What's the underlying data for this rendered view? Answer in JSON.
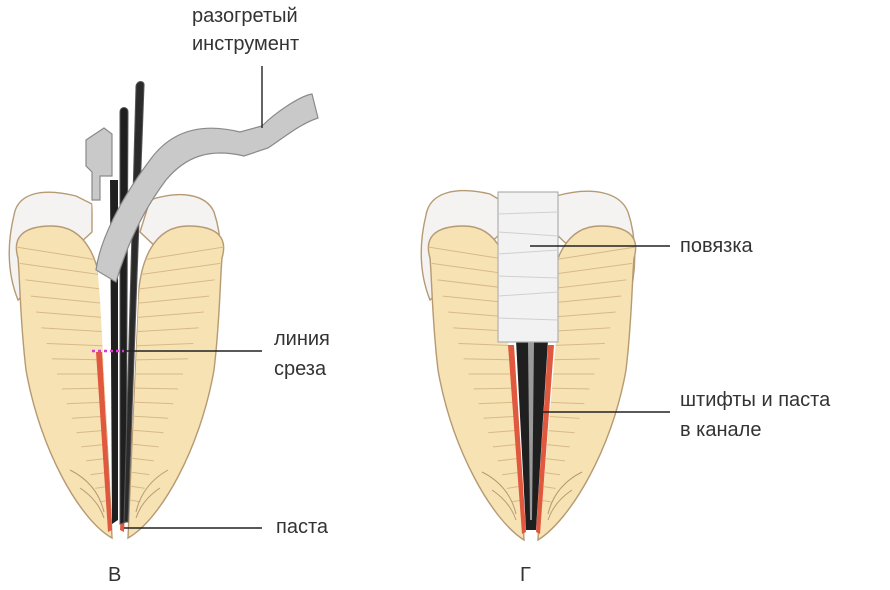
{
  "labels": {
    "heated_instrument": [
      "разогретый",
      "инструмент"
    ],
    "cut_line": [
      "линия",
      "среза"
    ],
    "paste": "паста",
    "dressing": "повязка",
    "posts_and_paste": [
      "штифты и паста",
      "в канале"
    ]
  },
  "panels": {
    "left": "В",
    "right": "Г"
  },
  "colors": {
    "dentin": "#f7e2b4",
    "dentin_lines": "#d7b987",
    "enamel": "#f4f3f1",
    "outline": "#b59a73",
    "canal_dark": "#1f1f1f",
    "paste": "#e0593e",
    "instrument": "#c9c9c9",
    "dressing": "#f2f2f2",
    "cut_marker": "#d83ad6"
  }
}
